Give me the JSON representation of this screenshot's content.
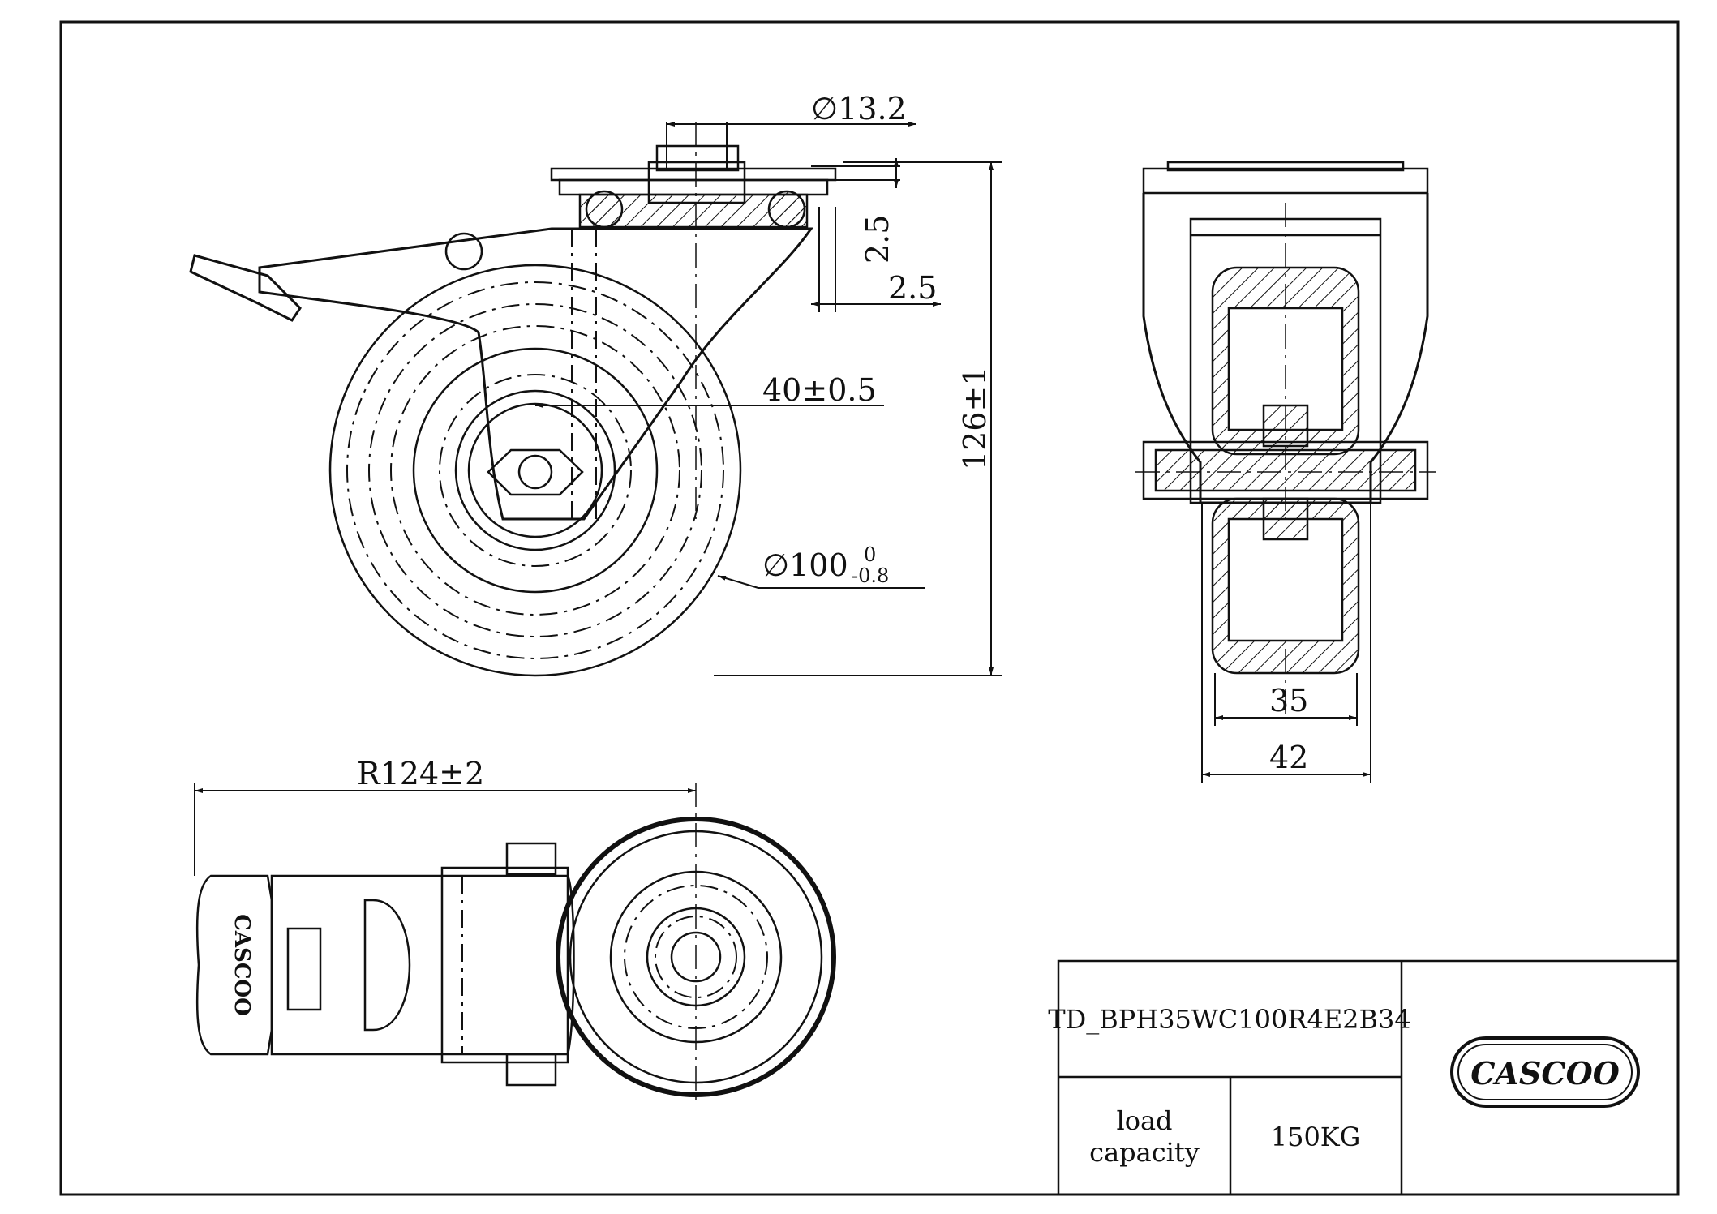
{
  "dimensions": {
    "bore": "∅13.2",
    "plate_thickness": "2.5",
    "plate_offset": "2.5",
    "swivel_offset": "40±0.5",
    "height": "126±1",
    "wheel_diameter": "∅100",
    "wheel_tol_upper": "0",
    "wheel_tol_lower": "-0.8",
    "tread_width": "35",
    "overall_width": "42",
    "swivel_radius": "R124±2"
  },
  "title_block": {
    "part_number": "TD_BPH35WC100R4E2B34",
    "load_label_line1": "load",
    "load_label_line2": "capacity",
    "load_value": "150KG",
    "logo_text": "CASCOO"
  },
  "colors": {
    "line": "#111111",
    "paper": "#ffffff"
  }
}
